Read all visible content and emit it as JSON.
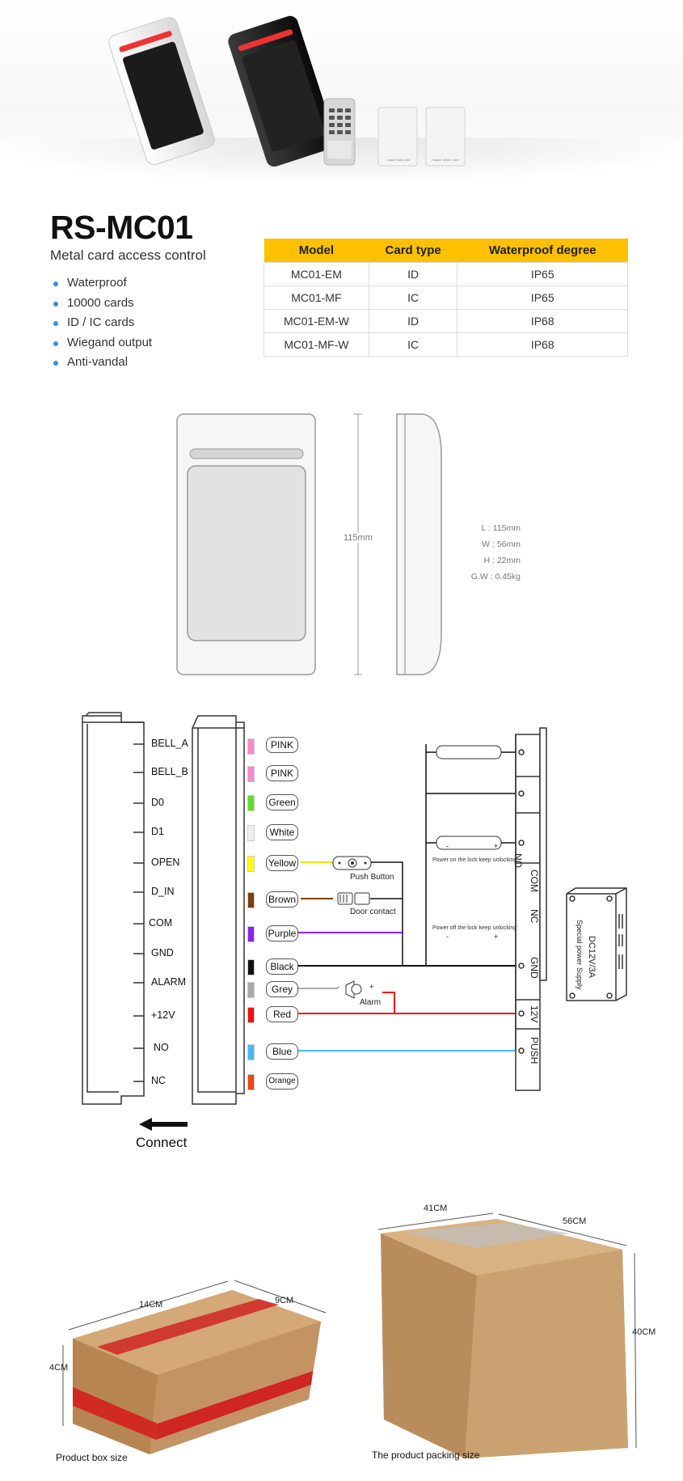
{
  "product": {
    "model": "RS-MC01",
    "subtitle": "Metal card access control",
    "features": [
      "Waterproof",
      "10000 cards",
      "ID / IC cards",
      "Wiegand output",
      "Anti-vandal"
    ]
  },
  "hero": {
    "card_labels": [
      "master add card",
      "master delete card"
    ]
  },
  "spec_table": {
    "headers": [
      "Model",
      "Card type",
      "Waterproof degree"
    ],
    "rows": [
      [
        "MC01-EM",
        "ID",
        "IP65"
      ],
      [
        "MC01-MF",
        "IC",
        "IP65"
      ],
      [
        "MC01-EM-W",
        "ID",
        "IP68"
      ],
      [
        "MC01-MF-W",
        "IC",
        "IP68"
      ]
    ],
    "header_color": "#ffc000"
  },
  "dimensions": {
    "height_label": "115mm",
    "specs": [
      "L : 115mm",
      "W : 56mm",
      "H : 22mm",
      "G.W : 0.45kg"
    ]
  },
  "wiring": {
    "terminals": [
      "BELL_A",
      "BELL_B",
      "D0",
      "D1",
      "OPEN",
      "D_IN",
      "COM",
      "GND",
      "ALARM",
      "+12V",
      "NO",
      "NC"
    ],
    "wires": [
      {
        "label": "PINK",
        "color": "#f08ccf"
      },
      {
        "label": "PINK",
        "color": "#f08ccf"
      },
      {
        "label": "Green",
        "color": "#66dd22"
      },
      {
        "label": "White",
        "color": "#eeeeee"
      },
      {
        "label": "Yellow",
        "color": "#ffff00"
      },
      {
        "label": "Brown",
        "color": "#7a3f10"
      },
      {
        "label": "Purple",
        "color": "#8a22ee"
      },
      {
        "label": "Black",
        "color": "#111111"
      },
      {
        "label": "Grey",
        "color": "#aaaaaa"
      },
      {
        "label": "Red",
        "color": "#ee1111"
      },
      {
        "label": "Blue",
        "color": "#44bbee"
      },
      {
        "label": "Orange",
        "color": "#ee4411"
      }
    ],
    "push_button": "Push Button",
    "door_contact": "Door contact",
    "alarm": "Alarm",
    "lock_no_caption": "Power on the lock keep unlocking",
    "lock_nc_caption": "Power off the lock keep unlocking",
    "psu_terminals": [
      "NO",
      "COM",
      "NC",
      "GND",
      "12V",
      "PUSH"
    ],
    "psu_label": "DC12V/3A",
    "psu_sub": "Special power Supply",
    "connect": "Connect"
  },
  "boxes": {
    "small": {
      "length": "14CM",
      "width": "9CM",
      "height": "4CM",
      "caption": "Product box size"
    },
    "large": {
      "length": "41CM",
      "width": "56CM",
      "height": "40CM",
      "caption": "The product packing size"
    }
  }
}
